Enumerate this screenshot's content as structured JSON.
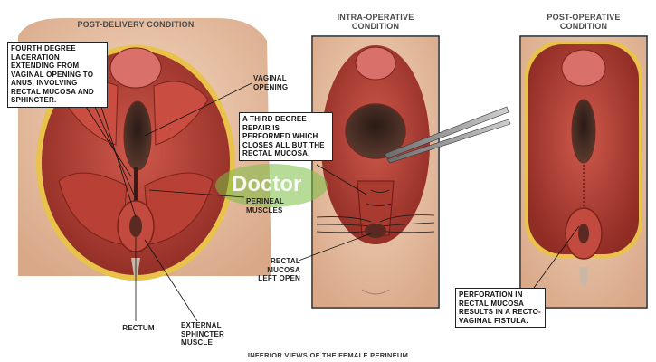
{
  "panels": {
    "left": {
      "title": "POST-DELIVERY CONDITION"
    },
    "middle": {
      "title": "INTRA-OPERATIVE CONDITION"
    },
    "right": {
      "title": "POST-OPERATIVE CONDITION"
    }
  },
  "labels": {
    "fourth_degree": "FOURTH DEGREE LACERATION EXTENDING FROM VAGINAL OPENING TO ANUS, INVOLVING RECTAL MUCOSA AND SPHINCTER.",
    "vaginal_opening": "VAGINAL OPENING",
    "third_degree": "A THIRD DEGREE REPAIR IS PERFORMED WHICH CLOSES ALL BUT THE RECTAL MUCOSA.",
    "perineal_muscles": "PERINEAL MUSCLES",
    "rectal_mucosa_open": "RECTAL MUCOSA LEFT OPEN",
    "rectum": "RECTUM",
    "external_sphincter": "EXTERNAL SPHINCTER MUSCLE",
    "perforation": "PERFORATION IN RECTAL MUCOSA RESULTS IN A RECTO-VAGINAL FISTULA."
  },
  "watermark": "Doctor",
  "caption": "INFERIOR VIEWS OF THE FEMALE PERINEUM",
  "colors": {
    "skin": "#e8c4a8",
    "muscle": "#b8443a",
    "muscle_dark": "#8a2a22",
    "fat": "#e8c24a",
    "cavity": "#3a2a24",
    "watermark": "#7bc043"
  }
}
